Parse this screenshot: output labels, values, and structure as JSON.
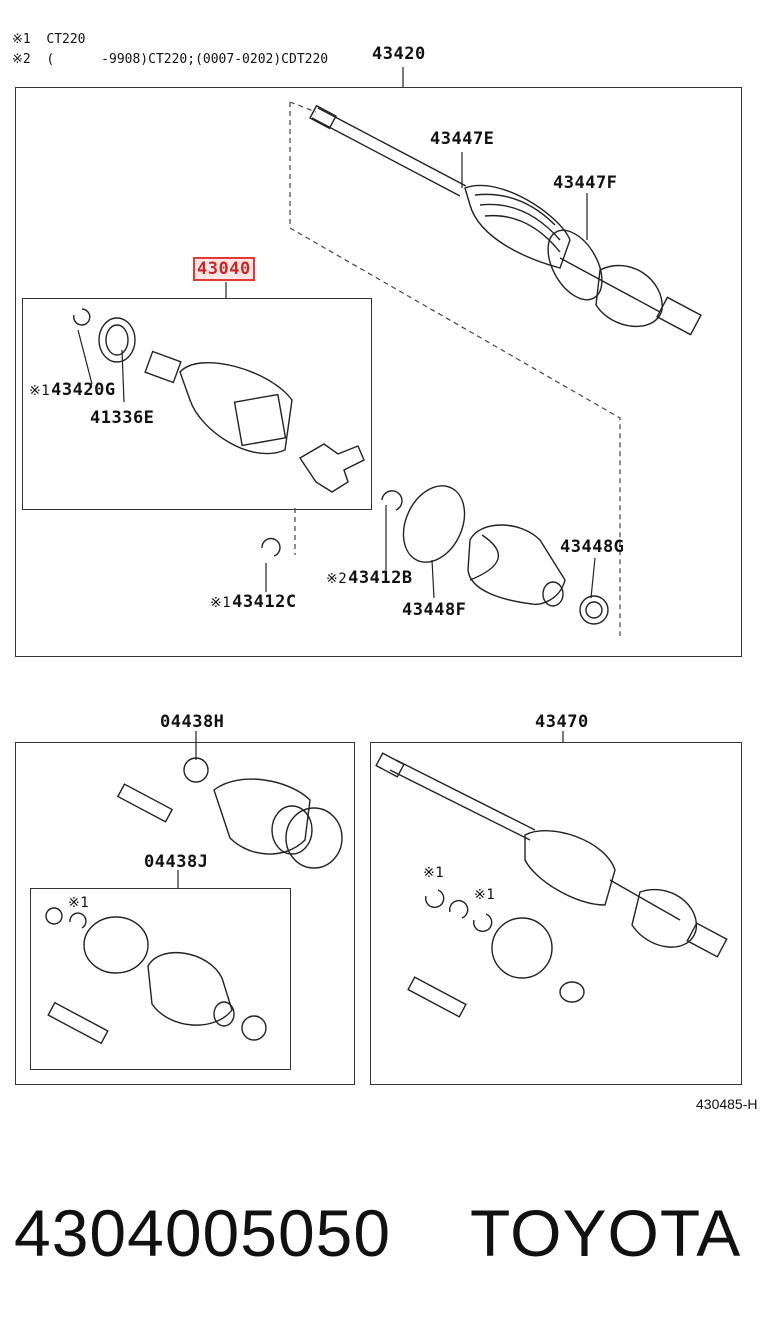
{
  "notes": [
    "※1  CT220",
    "※2  (      -9908)CT220;(0007-0202)CDT220"
  ],
  "labels": {
    "l43420": "43420",
    "l43447E": "43447E",
    "l43447F": "43447F",
    "l43040": "43040",
    "l43420G": "43420G",
    "l43420G_mark": "※1",
    "l41336E": "41336E",
    "l43448G": "43448G",
    "l43412B": "43412B",
    "l43412B_mark": "※2",
    "l43448F": "43448F",
    "l43412C": "43412C",
    "l43412C_mark": "※1",
    "l04438H": "04438H",
    "l04438J": "04438J",
    "l04438J_mark": "※1",
    "l43470": "43470",
    "l43470_mark1": "※1",
    "l43470_mark2": "※1"
  },
  "diagram_code": "430485-H",
  "footer": {
    "part_number": "4304005050",
    "brand": "TOYOTA"
  },
  "highlight_color": "#e53935"
}
